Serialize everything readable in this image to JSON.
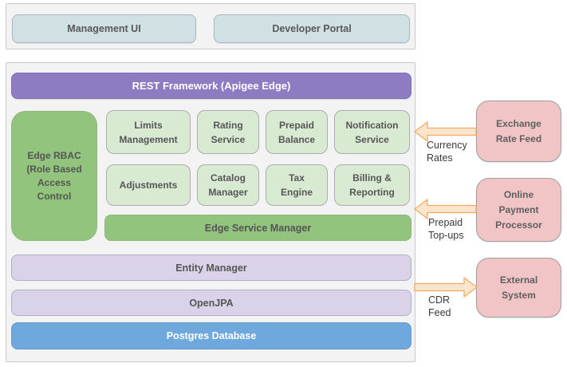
{
  "top_panel": {
    "items": [
      {
        "label": "Management UI"
      },
      {
        "label": "Developer Portal"
      }
    ]
  },
  "main_panel": {
    "header_label": "REST Framework (Apigee Edge)",
    "rbac_label": "Edge RBAC\n(Role Based\nAccess\nControl",
    "services": [
      {
        "label": "Limits\nManagement"
      },
      {
        "label": "Rating\nService"
      },
      {
        "label": "Prepaid\nBalance"
      },
      {
        "label": "Notification\nService"
      },
      {
        "label": "Adjustments"
      },
      {
        "label": "Catalog\nManager"
      },
      {
        "label": "Tax\nEngine"
      },
      {
        "label": "Billing &\nReporting"
      }
    ],
    "edge_service_manager_label": "Edge Service Manager",
    "entity_manager_label": "Entity Manager",
    "openjpa_label": "OpenJPA",
    "postgres_label": "Postgres Database"
  },
  "external_systems": [
    {
      "label": "Exchange\nRate Feed"
    },
    {
      "label": "Online\nPayment\nProcessor"
    },
    {
      "label": "External\nSystem"
    }
  ],
  "flows": [
    {
      "label": "Currency\nRates",
      "direction": "left"
    },
    {
      "label": "Prepaid\nTop-ups",
      "direction": "left"
    },
    {
      "label": "CDR\nFeed",
      "direction": "right"
    }
  ],
  "colors": {
    "header_purple": "#8e7cc3",
    "medium_green": "#93c47d",
    "light_green": "#d9ead3",
    "light_purple": "#d9d2e9",
    "database_blue": "#6fa8dc",
    "external_pink": "#f1c5c6",
    "client_cyan": "#d0e0e3",
    "arrow_fill": "#fce5cd",
    "arrow_stroke": "#f0ab63",
    "panel_gray": "#f3f3f3"
  }
}
